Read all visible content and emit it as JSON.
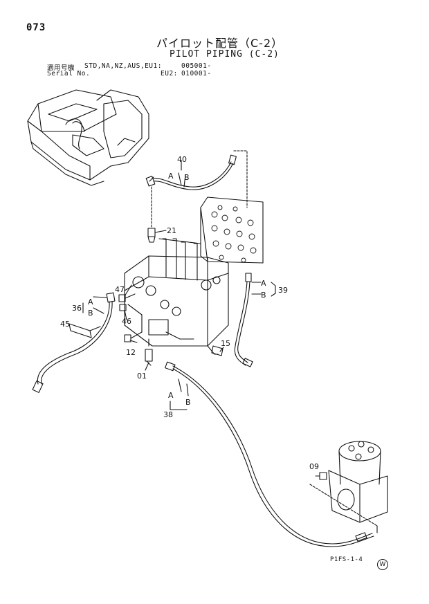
{
  "page_number": "073",
  "title_jp": "パイロット配管（C-2）",
  "title_en": "PILOT PIPING (C-2)",
  "applicable": {
    "label_jp": "適用号機",
    "label_en": "Serial No.",
    "models": "STD,NA,NZ,AUS,EU1:",
    "serial1": "005001-",
    "eu2_label": "EU2:",
    "serial2": "010001-"
  },
  "callouts": {
    "c40": "40",
    "c21": "21",
    "c47": "47",
    "c36": "36",
    "c46": "46",
    "c45": "45",
    "c12": "12",
    "c01": "01",
    "c15": "15",
    "c39": "39",
    "c38": "38",
    "c09": "09",
    "a": "A",
    "b": "B"
  },
  "footer_code": "P1FS-1-4",
  "corner_mark": "W"
}
